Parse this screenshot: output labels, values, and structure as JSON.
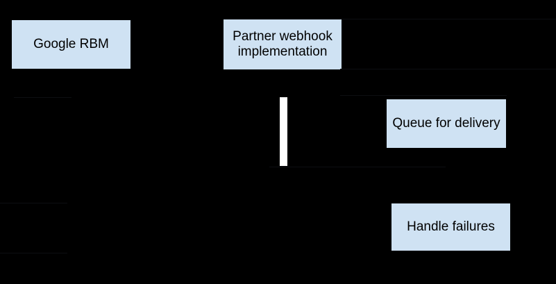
{
  "colors": {
    "background": "#000000",
    "node_fill": "#cfe2f3",
    "node_text": "#000000",
    "activation_fill": "#ffffff"
  },
  "diagram": {
    "type": "sequence-flow",
    "nodes": [
      {
        "id": "google-rbm",
        "label": "Google RBM"
      },
      {
        "id": "partner-webhook",
        "label": "Partner webhook implementation"
      },
      {
        "id": "queue-for-delivery",
        "label": "Queue for delivery"
      },
      {
        "id": "handle-failures",
        "label": "Handle failures"
      }
    ],
    "activation_bar": {
      "id": "partner-activation-bar"
    }
  }
}
